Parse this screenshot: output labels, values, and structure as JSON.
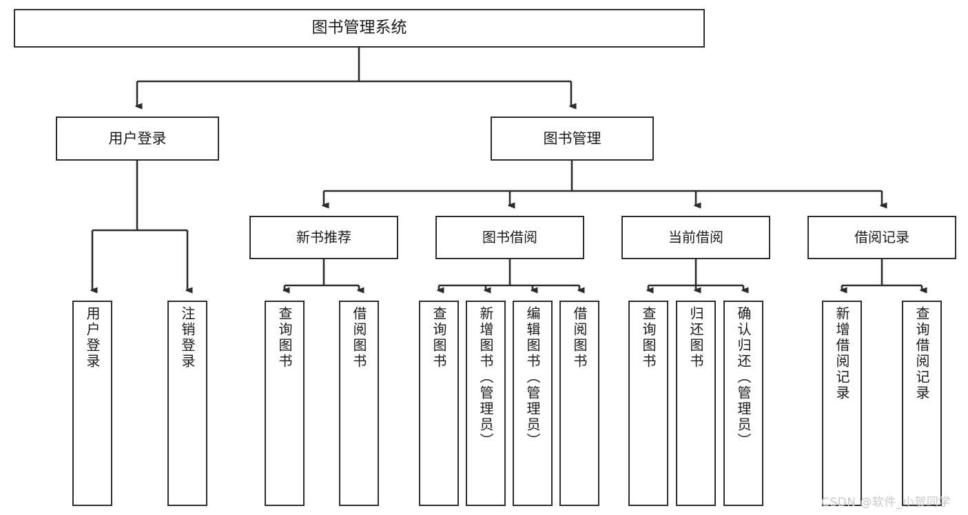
{
  "diagram": {
    "title": "图书管理系统",
    "type": "tree-hierarchy-diagram",
    "colors": {
      "box_border": "#2b2b2b",
      "box_fill": "#ffffff",
      "connector": "#2b2b2b",
      "text": "#1a1a1a",
      "watermark": "#c9c9c9",
      "background": "#ffffff"
    },
    "root": {
      "label": "图书管理系统"
    },
    "level1": [
      {
        "label": "用户登录"
      },
      {
        "label": "图书管理"
      }
    ],
    "level2": [
      {
        "label": "新书推荐"
      },
      {
        "label": "图书借阅"
      },
      {
        "label": "当前借阅"
      },
      {
        "label": "借阅记录"
      }
    ],
    "leaves": [
      {
        "label": "用户登录"
      },
      {
        "label": "注销登录"
      },
      {
        "label": "查询图书"
      },
      {
        "label": "借阅图书"
      },
      {
        "label": "查询图书"
      },
      {
        "label": "新增图书（管理员）"
      },
      {
        "label": "编辑图书（管理员）"
      },
      {
        "label": "借阅图书"
      },
      {
        "label": "查询图书"
      },
      {
        "label": "归还图书"
      },
      {
        "label": "确认归还（管理员）"
      },
      {
        "label": "新增借阅记录"
      },
      {
        "label": "查询借阅记录"
      }
    ],
    "watermark": "CSDN @软件_小贺同学"
  }
}
